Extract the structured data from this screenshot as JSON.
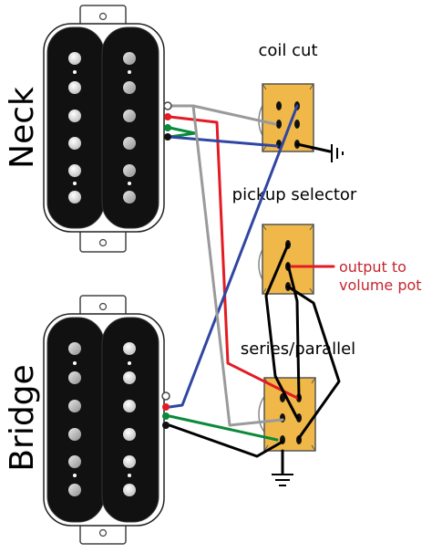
{
  "pickups": {
    "neck_label": "Neck",
    "bridge_label": "Bridge"
  },
  "switches": {
    "coil_cut_label": "coil cut",
    "pickup_selector_label": "pickup selector",
    "series_parallel_label": "series/parallel"
  },
  "output": {
    "line1": "output to",
    "line2": "volume pot"
  },
  "colors": {
    "switch_body": "#f0b848",
    "pickup_body": "#0f0f0f",
    "wire_red": "#e31b23",
    "wire_blue": "#2f46a3",
    "wire_green": "#0a8a3a",
    "wire_gray": "#9a9a9a",
    "wire_black": "#000000",
    "output_text": "#c4262e"
  }
}
